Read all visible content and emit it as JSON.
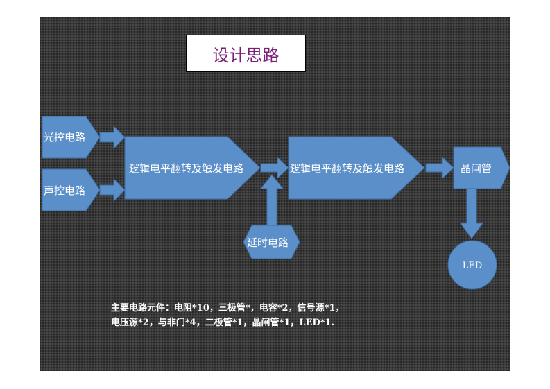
{
  "title": "设计思路",
  "blocks": {
    "light": "光控电路",
    "sound": "声控电路",
    "logic1": "逻辑电平翻转及触发电路",
    "logic2": "逻辑电平翻转及触发电路",
    "delay": "延时电路",
    "scr": "晶闸管",
    "led": "LED"
  },
  "components": {
    "line1": "主要电路元件：电阻*10，三极管*，电容*2，信号源*1，",
    "line2": "电压源*2，与非门*4，二极管*1，晶闸管*1，LED*1."
  },
  "colors": {
    "fill": "#5b8fc9",
    "stroke": "#3d6fa8",
    "title": "#7a1e78"
  }
}
